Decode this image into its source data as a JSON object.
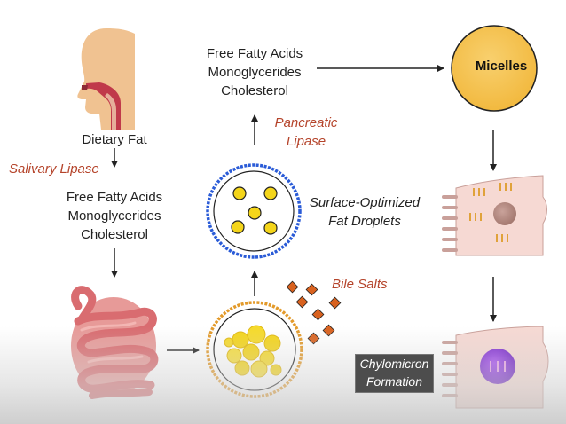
{
  "labels": {
    "top_products": [
      "Free Fatty Acids",
      "Monoglycerides",
      "Cholesterol"
    ],
    "left_products": [
      "Free Fatty Acids",
      "Monoglycerides",
      "Cholesterol"
    ],
    "dietary_fat": "Dietary Fat",
    "salivary_lipase": "Salivary Lipase",
    "pancreatic_lipase": [
      "Pancreatic",
      "Lipase"
    ],
    "surface_droplets": [
      "Surface-Optimized",
      "Fat Droplets"
    ],
    "bile_salts": "Bile Salts",
    "micelles": "Micelles",
    "chylomicron": [
      "Chylomicron",
      "Formation"
    ]
  },
  "icons": {
    "head": "human-head-profile-icon",
    "intestine": "small-intestine-icon",
    "emulsion": "fat-globule-emulsion-icon",
    "droplet": "surface-optimized-droplet-icon",
    "micelle": "micelle-circle-icon",
    "enterocyte": "enterocyte-cell-icon",
    "bile": "bile-salt-diamond-icon"
  },
  "colors": {
    "enzyme_text": "#b5442b",
    "micelle_fill": "#f5c45a",
    "droplet_ring": "#2a5bd7",
    "emulsion_ring": "#e39a2a",
    "fat_yellow": "#f4d51a",
    "bile_orange": "#d9621f",
    "cell_pink": "#f6d9d3",
    "chylomicron_purple": "#8a2be2",
    "intestine_red": "#e57f82"
  }
}
